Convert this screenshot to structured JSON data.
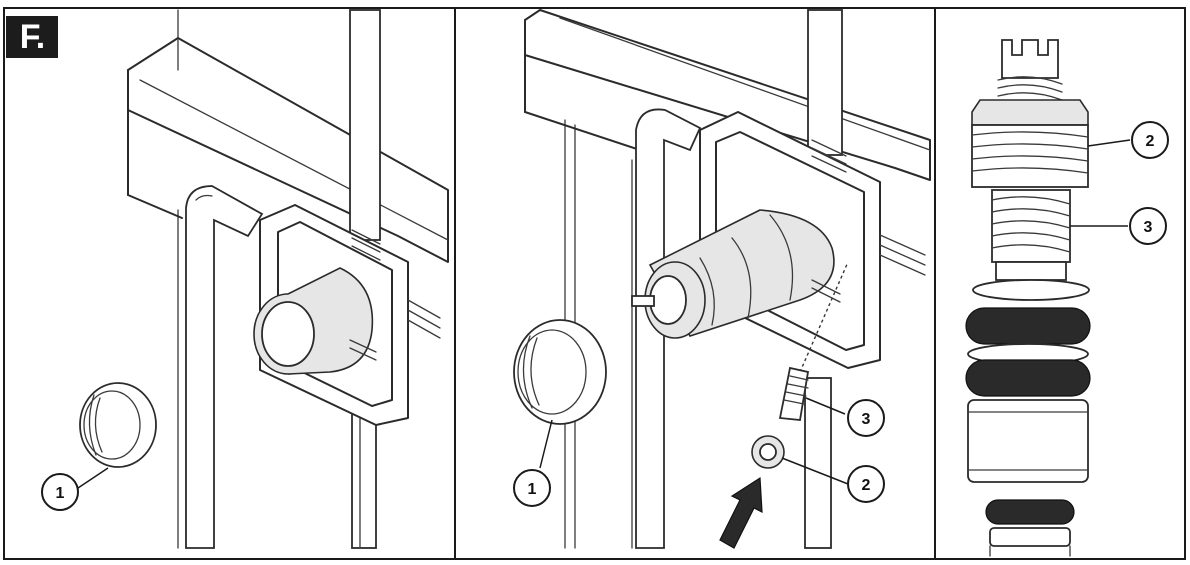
{
  "step_label": "F.",
  "panels": [
    {
      "name": "panel-1",
      "callouts": [
        {
          "label": "1"
        }
      ]
    },
    {
      "name": "panel-2",
      "callouts": [
        {
          "label": "1"
        },
        {
          "label": "3"
        },
        {
          "label": "2"
        }
      ]
    },
    {
      "name": "panel-3",
      "callouts": [
        {
          "label": "2"
        },
        {
          "label": "3"
        }
      ]
    }
  ]
}
